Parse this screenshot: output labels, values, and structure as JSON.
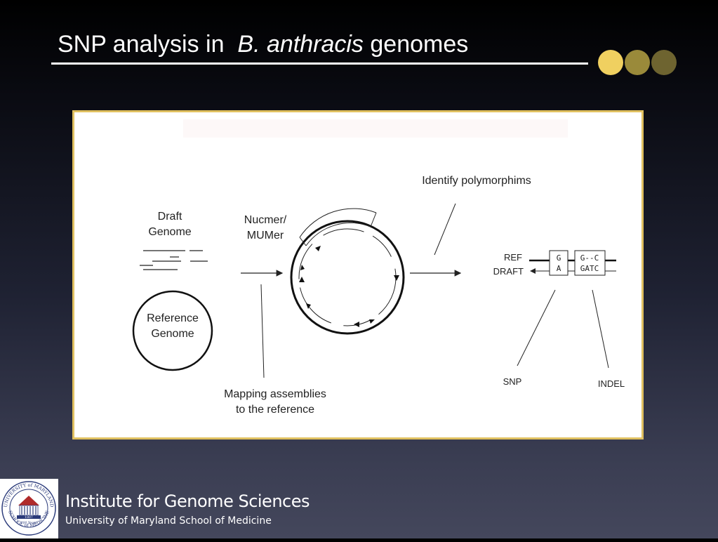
{
  "slide": {
    "title_prefix": "SNP analysis in",
    "title_italic": "B. anthracis",
    "title_suffix": "genomes"
  },
  "diagram": {
    "draft_genome": [
      "Draft",
      "Genome"
    ],
    "reference_genome": [
      "Reference",
      "Genome"
    ],
    "nucmer": [
      "Nucmer/",
      "MUMer"
    ],
    "mapping": [
      "Mapping assemblies",
      "to the reference"
    ],
    "identify": "Identify polymorphims",
    "ref_label": "REF",
    "draft_label": "DRAFT",
    "snp_ref_base": "G",
    "snp_draft_base": "A",
    "indel_ref_seq": "G--C",
    "indel_draft_seq": "GATC",
    "snp_label": "SNP",
    "indel_label": "INDEL"
  },
  "footer": {
    "institute": "Institute for Genome Sciences",
    "school": "University of Maryland School of Medicine",
    "seal_text_top": "UNIVERSITY of MARYLAND",
    "seal_text_bottom": "SCHOOL of MEDICINE",
    "seal_year": "1807",
    "seal_anniv": "200 Years"
  },
  "colors": {
    "dot1": "#f0d060",
    "dot2": "#9a8a3a",
    "dot3": "#6e6430",
    "panel_border": "#e0c060"
  }
}
